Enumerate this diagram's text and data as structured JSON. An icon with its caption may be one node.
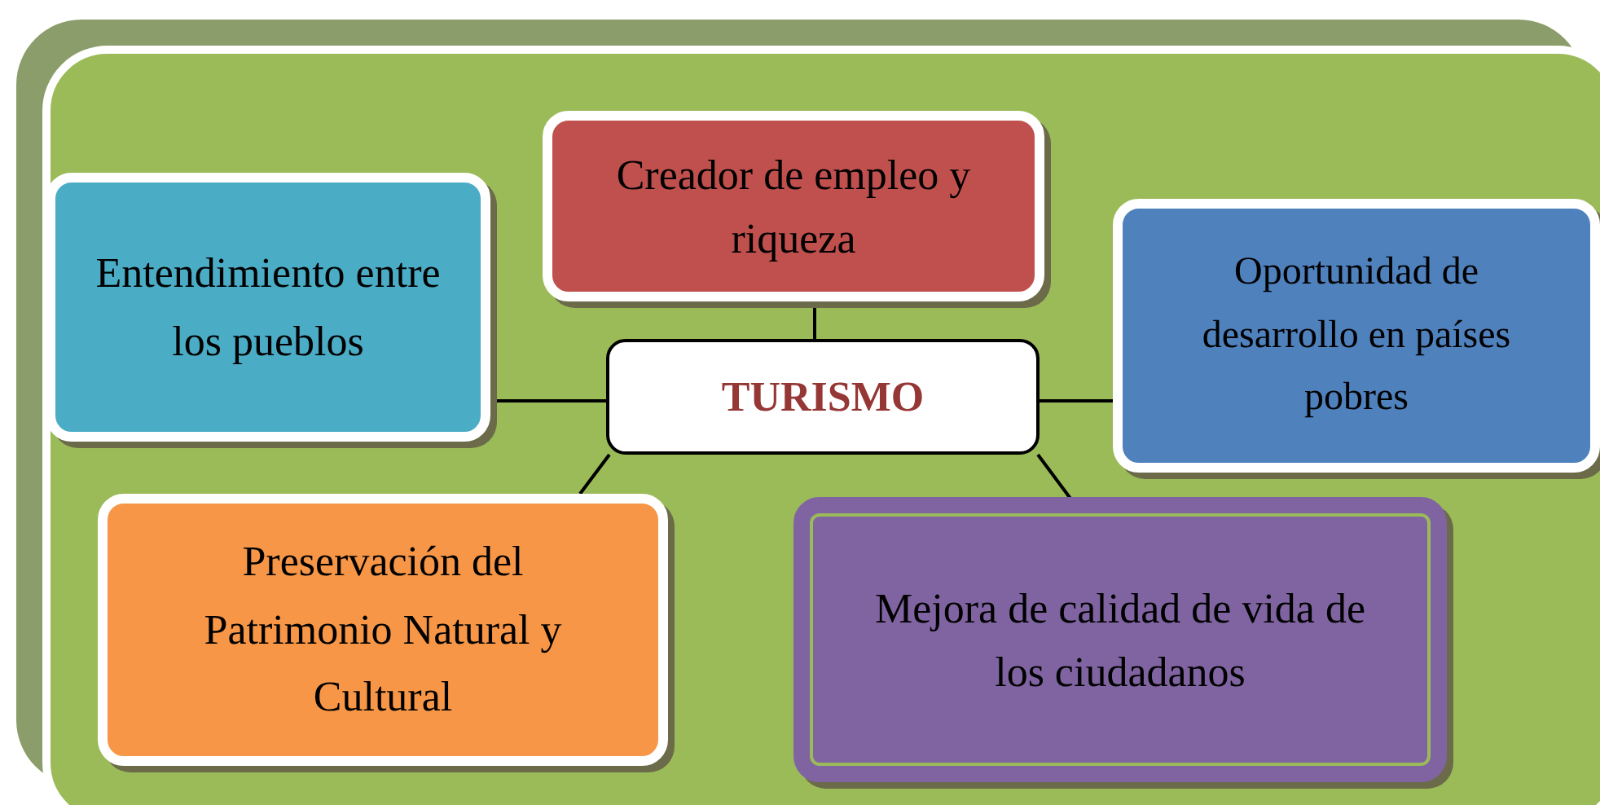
{
  "diagram": {
    "nodes": [
      {
        "text": [
          "TURISMO"
        ]
      },
      {
        "text": [
          "Creador de empleo y riqueza"
        ]
      },
      {
        "text": [
          "Entendimiento entre los pueblos"
        ]
      },
      {
        "text": [
          "Oportunidad de desarrollo en países pobres"
        ]
      },
      {
        "text": [
          "Preservación del Patrimonio Natural y Cultural"
        ]
      },
      {
        "text": [
          "Mejora de calidad de vida de los ciudadanos"
        ]
      }
    ],
    "edges": [
      {
        "from": 0,
        "to": 1,
        "arrow": "none"
      },
      {
        "from": 0,
        "to": 2,
        "arrow": "none"
      },
      {
        "from": 0,
        "to": 3,
        "arrow": "none"
      },
      {
        "from": 0,
        "to": 4,
        "arrow": "none"
      },
      {
        "from": 0,
        "to": 5,
        "arrow": "none"
      }
    ]
  }
}
